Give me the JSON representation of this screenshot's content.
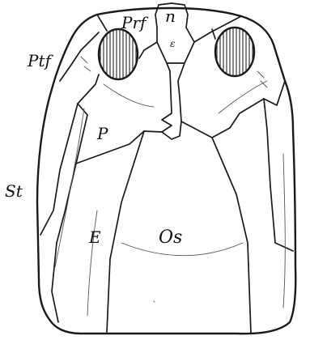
{
  "figure": {
    "labels": {
      "nasal": "n",
      "prefrontal": "Prf",
      "epsilon": "ε",
      "postfrontal": "Ptf",
      "parietal": "P",
      "supratemporal": "St",
      "epiotic": "E",
      "occipital_shield": "Os"
    },
    "colors": {
      "ink": "#1a1a1a",
      "paper": "#ffffff"
    }
  }
}
